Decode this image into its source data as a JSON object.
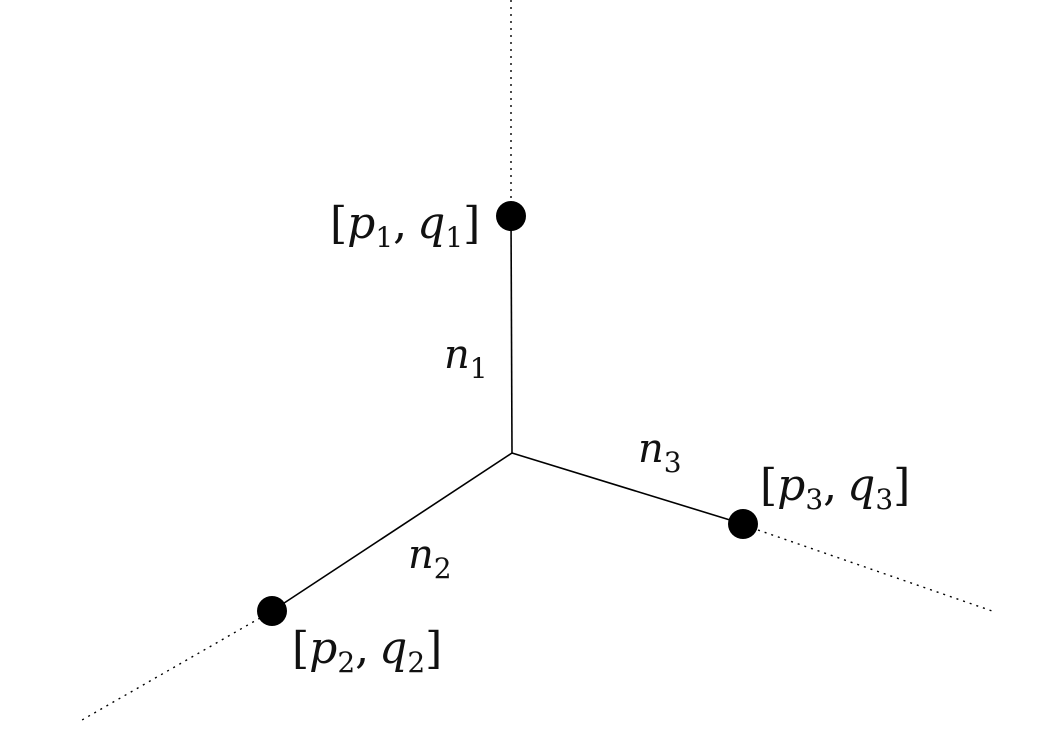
{
  "nodes": [
    {
      "id": "node-1",
      "p": "p",
      "q": "q",
      "index": "1"
    },
    {
      "id": "node-2",
      "p": "p",
      "q": "q",
      "index": "2"
    },
    {
      "id": "node-3",
      "p": "p",
      "q": "q",
      "index": "3"
    }
  ],
  "edges": [
    {
      "id": "edge-1",
      "symbol": "n",
      "index": "1"
    },
    {
      "id": "edge-2",
      "symbol": "n",
      "index": "2"
    },
    {
      "id": "edge-3",
      "symbol": "n",
      "index": "3"
    }
  ],
  "punctuation": {
    "open": "[",
    "close": "]",
    "comma": ","
  },
  "colors": {
    "line": "#000000",
    "node": "#000000",
    "background": "#ffffff"
  }
}
